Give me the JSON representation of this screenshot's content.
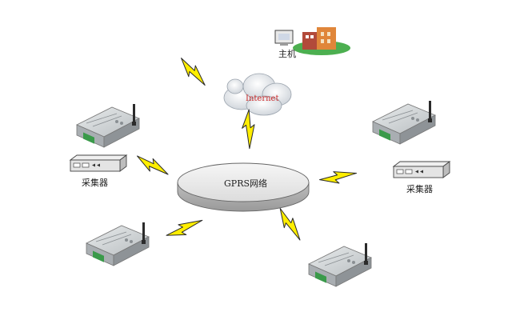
{
  "labels": {
    "host": "主机",
    "internet": "Internet",
    "gprs_network": "GPRS网络",
    "collector_left": "采集器",
    "collector_right": "采集器"
  },
  "colors": {
    "lightning": "#ffee00",
    "lightning_stroke": "#2a2a2a",
    "internet_text": "#cc2a2a",
    "device_body": "#cfd3d5",
    "board_green": "#3a9a4a"
  }
}
